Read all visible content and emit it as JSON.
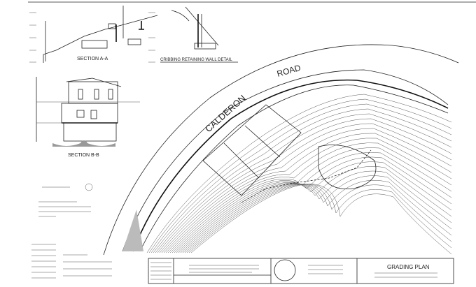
{
  "sheet": {
    "road_name_1": "CALDERON",
    "road_name_2": "ROAD",
    "section_a_title": "SECTION A-A",
    "section_b_title": "SECTION B-B",
    "detail_title": "CRIBBING RETAINING WALL DETAIL",
    "title_block": {
      "sheet_title": "GRADING PLAN"
    }
  }
}
